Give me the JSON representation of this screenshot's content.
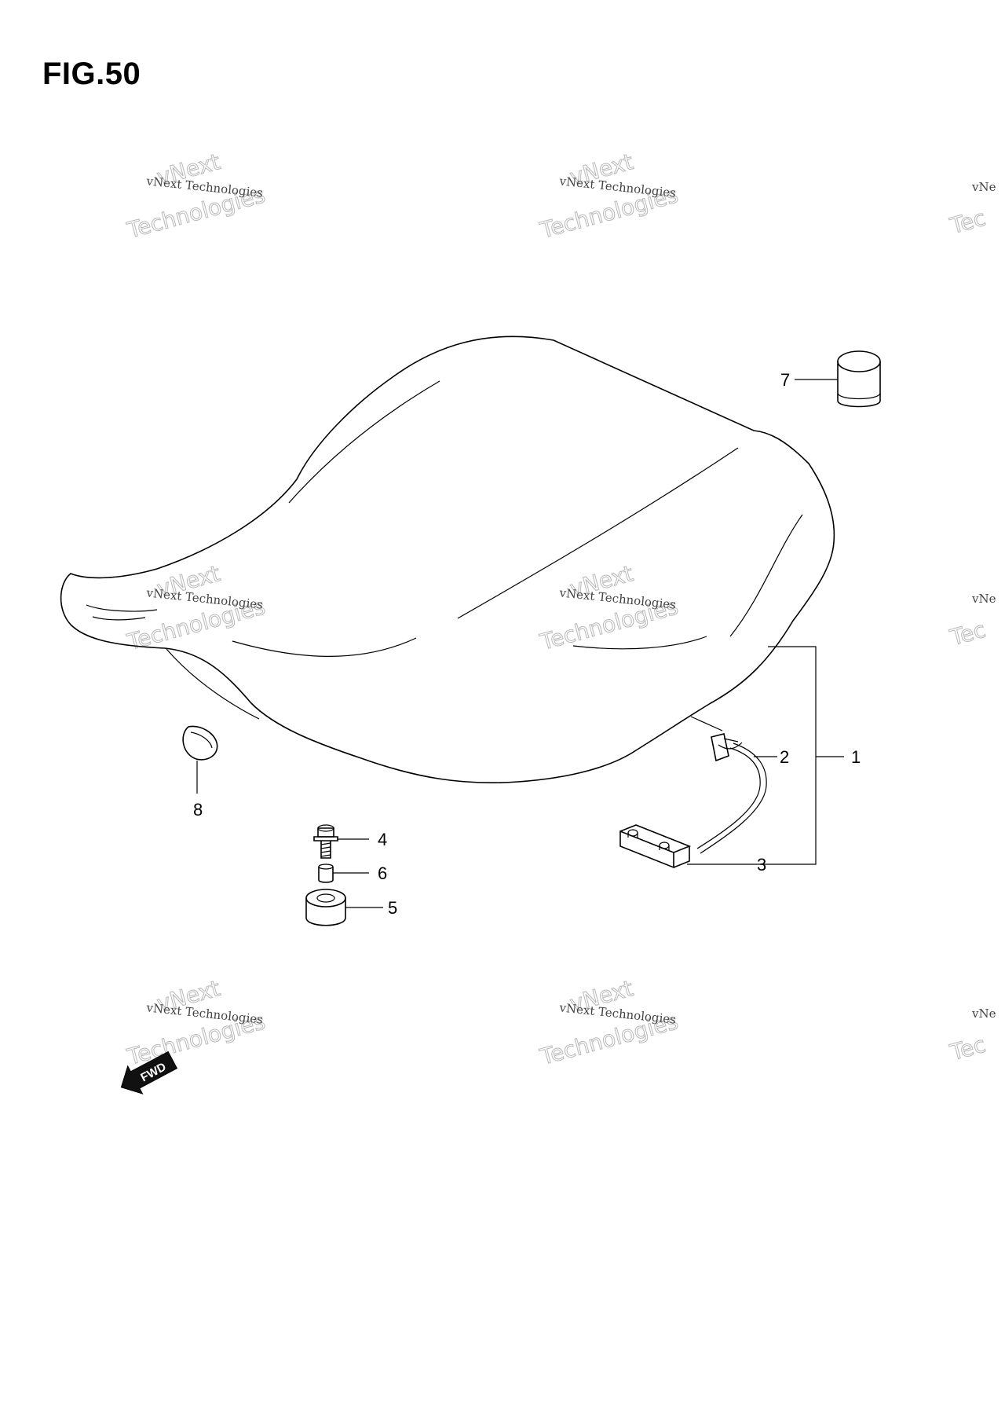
{
  "figure": {
    "title": "FIG.50"
  },
  "callouts": {
    "c1": "1",
    "c2": "2",
    "c3": "3",
    "c4": "4",
    "c5": "5",
    "c6": "6",
    "c7": "7",
    "c8": "8"
  },
  "direction_badge": {
    "label": "FWD"
  },
  "watermark": {
    "line_small": "vNext Technologies",
    "line_large_top": "vNext",
    "line_large_bottom": "Technologies",
    "edge_small": "vNe",
    "edge_large": "Tec"
  }
}
